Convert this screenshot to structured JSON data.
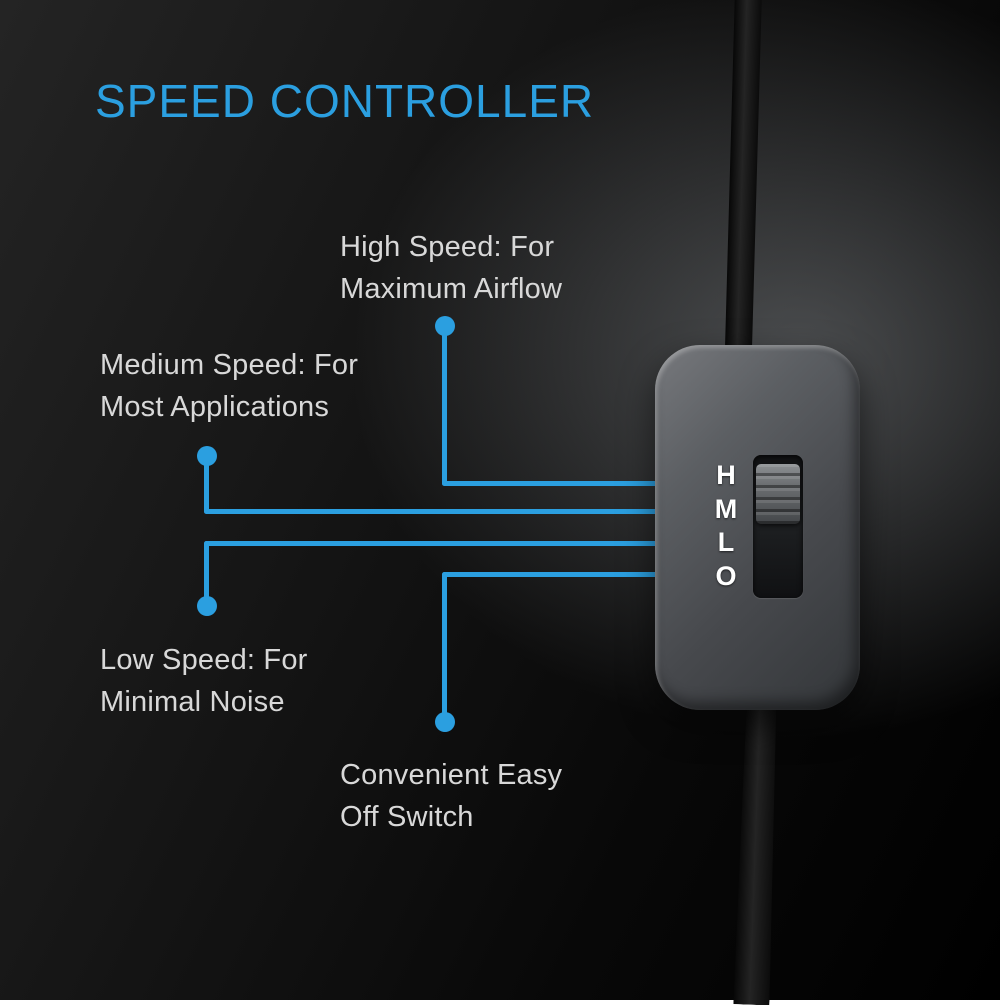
{
  "colors": {
    "accent": "#2b9fe0",
    "text": "#d8d8d8",
    "label": "#ffffff"
  },
  "title": "SPEED CONTROLLER",
  "annotations": {
    "high": {
      "line1": "High Speed: For",
      "line2": "Maximum Airflow"
    },
    "medium": {
      "line1": "Medium Speed: For",
      "line2": "Most Applications"
    },
    "low": {
      "line1": "Low Speed: For",
      "line2": "Minimal Noise"
    },
    "off": {
      "line1": "Convenient Easy",
      "line2": "Off Switch"
    }
  },
  "controller": {
    "labels": [
      "H",
      "M",
      "L",
      "O"
    ]
  }
}
